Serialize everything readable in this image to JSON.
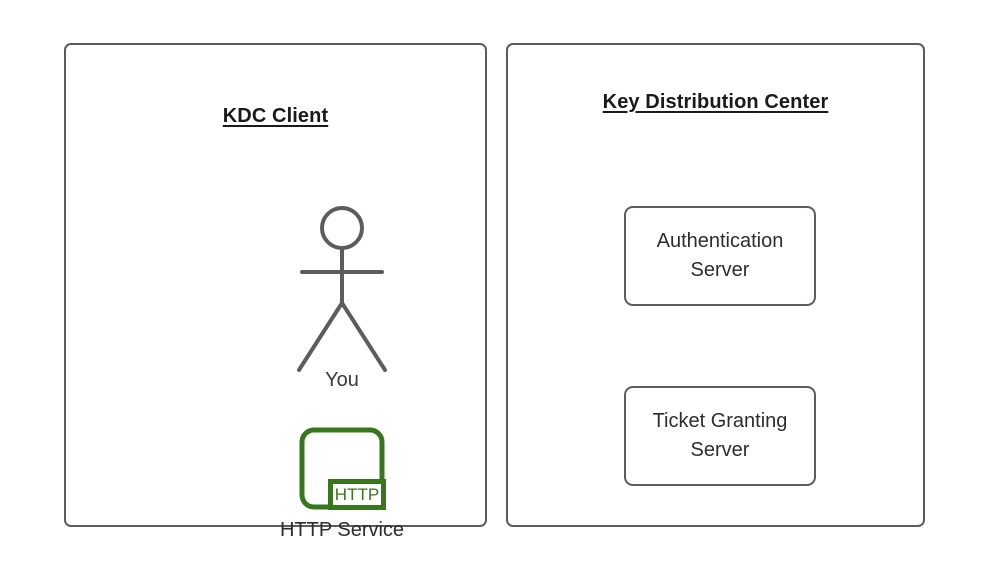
{
  "diagram": {
    "background_color": "#ffffff",
    "stroke_color": "#5c5c5c",
    "text_color": "#2d2d2d",
    "accent_green": "#38761d"
  },
  "panels": {
    "client": {
      "title": "KDC Client",
      "actor": {
        "icon": "stick-figure-icon",
        "label": "You"
      },
      "service": {
        "icon": "http-service-icon",
        "badge_text": "HTTP",
        "label": "HTTP Service"
      }
    },
    "kdc": {
      "title_line1": "Key Distribution",
      "title_line2": "Center",
      "boxes": [
        {
          "line1": "Authentication",
          "line2": "Server"
        },
        {
          "line1": "Ticket Granting",
          "line2": "Server"
        }
      ]
    }
  }
}
